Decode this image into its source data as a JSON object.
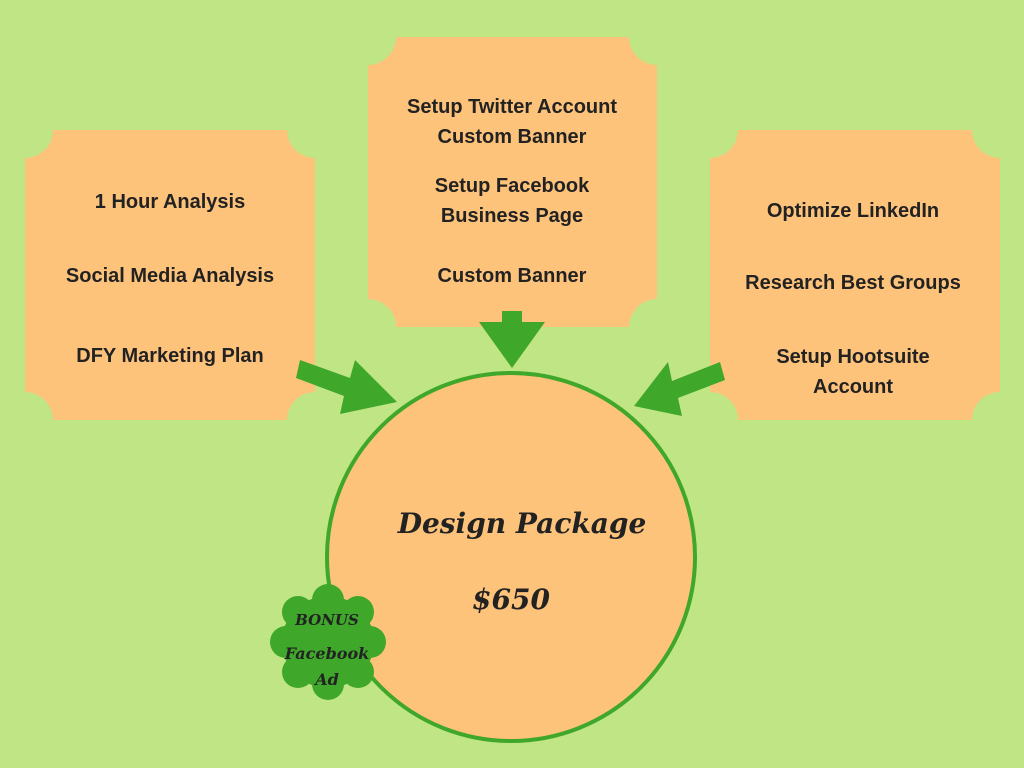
{
  "colors": {
    "background": "#bfe585",
    "box": "#fec37b",
    "accent": "#3fa72a",
    "text": "#222222"
  },
  "left_box": [
    "1 Hour Analysis",
    "Social Media Analysis",
    "DFY Marketing Plan"
  ],
  "center_box": [
    "Setup Twitter Account",
    "Custom  Banner",
    "Setup Facebook",
    "Business Page",
    "Custom Banner"
  ],
  "right_box": [
    "Optimize LinkedIn",
    "Research Best Groups",
    "Setup Hootsuite",
    "Account"
  ],
  "package": {
    "title": "Design Package",
    "price": "$650"
  },
  "bonus": [
    "BONUS",
    "Facebook",
    "Ad"
  ]
}
